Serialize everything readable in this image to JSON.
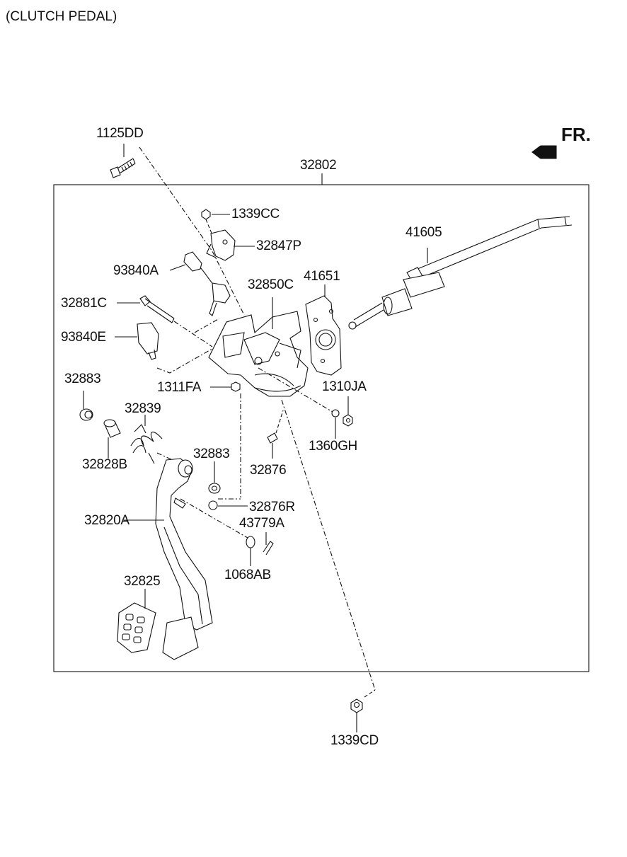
{
  "title": "(CLUTCH PEDAL)",
  "direction_label": "FR.",
  "parts": {
    "p1125DD": "1125DD",
    "p32802": "32802",
    "p1339CC": "1339CC",
    "p32847P": "32847P",
    "p41605": "41605",
    "p93840A": "93840A",
    "p32850C": "32850C",
    "p41651": "41651",
    "p32881C": "32881C",
    "p93840E": "93840E",
    "p32883a": "32883",
    "p1311FA": "1311FA",
    "p1310JA": "1310JA",
    "p32839": "32839",
    "p1360GH": "1360GH",
    "p32828B": "32828B",
    "p32883b": "32883",
    "p32876": "32876",
    "p32876R": "32876R",
    "p32820A": "32820A",
    "p43779A": "43779A",
    "p1068AB": "1068AB",
    "p32825": "32825",
    "p1339CD": "1339CD"
  }
}
